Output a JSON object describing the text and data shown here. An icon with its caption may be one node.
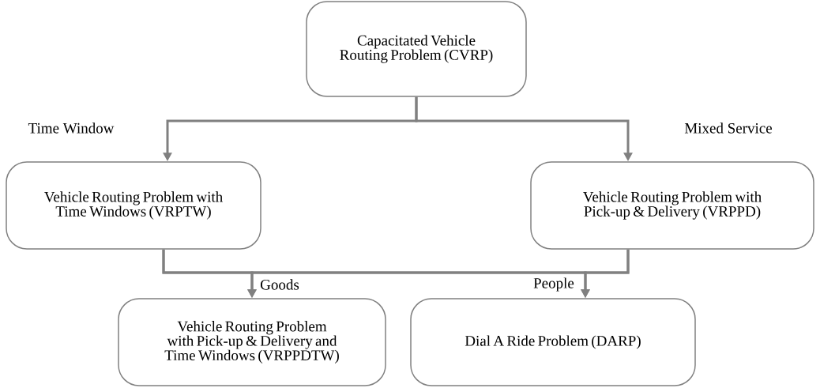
{
  "diagram": {
    "nodes": [
      {
        "text": [
          "Capacitated Vehicle Routing Problem (CVRP)"
        ]
      },
      {
        "text": [
          "Vehicle Routing Problem with Time Windows (VRPTW)"
        ]
      },
      {
        "text": [
          "Vehicle Routing Problem with Pick-up & Delivery (VRPPD)"
        ]
      },
      {
        "text": [
          "Vehicle Routing Problem with Pick-up & Delivery and Time Windows (VRPPDTW)"
        ]
      },
      {
        "text": [
          "Dial A Ride Problem (DARP)"
        ]
      }
    ],
    "edges": [
      {
        "from": 0,
        "to": 1,
        "arrow": "to",
        "label": "Time Window"
      },
      {
        "from": 0,
        "to": 2,
        "arrow": "to",
        "label": "Mixed Service"
      },
      {
        "from": 1,
        "to": 3,
        "arrow": "to",
        "label": "Goods"
      },
      {
        "from": 2,
        "to": 3,
        "arrow": "to"
      },
      {
        "from": 1,
        "to": 4,
        "arrow": "to"
      },
      {
        "from": 2,
        "to": 4,
        "arrow": "to",
        "label": "People"
      }
    ]
  }
}
